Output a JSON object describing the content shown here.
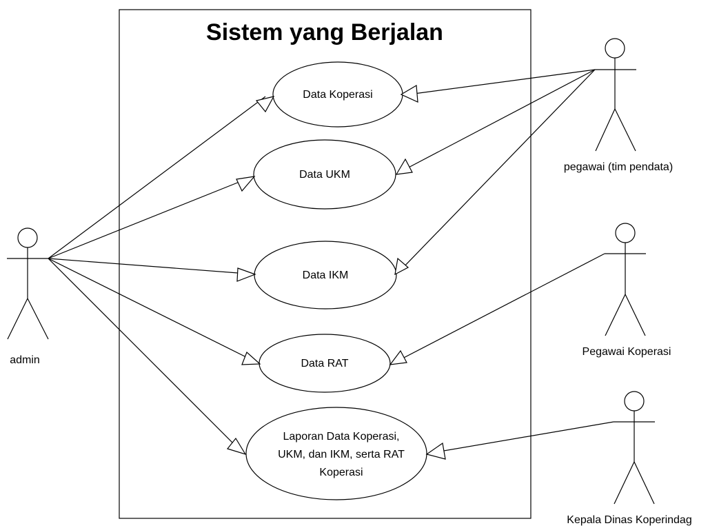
{
  "diagram": {
    "system_title": "Sistem yang Berjalan",
    "actors": {
      "admin": "admin",
      "pegawai_tim": "pegawai (tim pendata)",
      "pegawai_koperasi": "Pegawai Koperasi",
      "kepala_dinas": "Kepala Dinas Koperindag"
    },
    "use_cases": {
      "data_koperasi": "Data Koperasi",
      "data_ukm": "Data UKM",
      "data_ikm": "Data IKM",
      "data_rat": "Data RAT",
      "laporan_line1": "Laporan Data Koperasi,",
      "laporan_line2": "UKM, dan IKM, serta RAT",
      "laporan_line3": "Koperasi"
    }
  }
}
